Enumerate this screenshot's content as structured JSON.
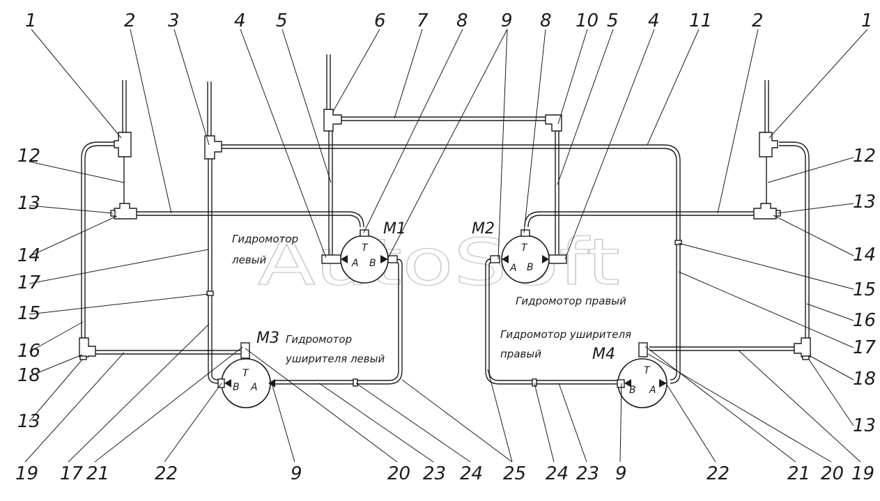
{
  "watermark": "AutoSoft",
  "captions": {
    "left_motor": [
      "Гидромотор",
      "левый"
    ],
    "right_motor": "Гидромотор правый",
    "left_widener": [
      "Гидромотор",
      "уширителя левый"
    ],
    "right_widener": [
      "Гидромотор уширителя",
      "правый"
    ]
  },
  "motors": [
    {
      "label": "M1",
      "top": "T",
      "left": "A",
      "right": "B"
    },
    {
      "label": "M2",
      "top": "T",
      "left": "A",
      "right": "B"
    },
    {
      "label": "M3",
      "top": "T",
      "left": "B",
      "right": "A"
    },
    {
      "label": "M4",
      "top": "T",
      "left": "B",
      "right": "A"
    }
  ],
  "labels": {
    "top": [
      "1",
      "2",
      "3",
      "4",
      "5",
      "6",
      "7",
      "8",
      "9",
      "8",
      "10",
      "5",
      "4",
      "11",
      "2",
      "1"
    ],
    "left": [
      "12",
      "13",
      "14",
      "17",
      "15",
      "16",
      "18",
      "13"
    ],
    "right": [
      "12",
      "13",
      "14",
      "15",
      "16",
      "17",
      "18",
      "13"
    ],
    "bottom": [
      "19",
      "17",
      "21",
      "22",
      "9",
      "20",
      "23",
      "24",
      "25",
      "24",
      "23",
      "9",
      "22",
      "21",
      "20",
      "19"
    ]
  }
}
